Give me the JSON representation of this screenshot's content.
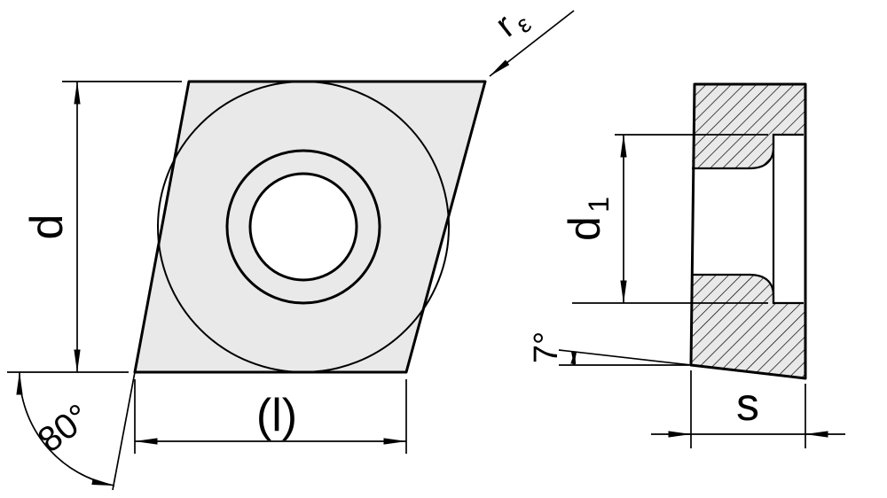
{
  "front_view": {
    "diameter_label": "d",
    "length_label": "(l)",
    "corner_angle_label": "80°",
    "corner_radius_label": {
      "base": "r",
      "subscript": "ε"
    }
  },
  "side_view": {
    "bore_diameter_label": {
      "base": "d",
      "subscript": "1"
    },
    "clearance_angle_label": "7°",
    "thickness_label": "s"
  },
  "colors": {
    "line": "#000000",
    "insert_fill": "#e9e9e9",
    "hole_fill": "#ffffff",
    "background": "#ffffff"
  }
}
